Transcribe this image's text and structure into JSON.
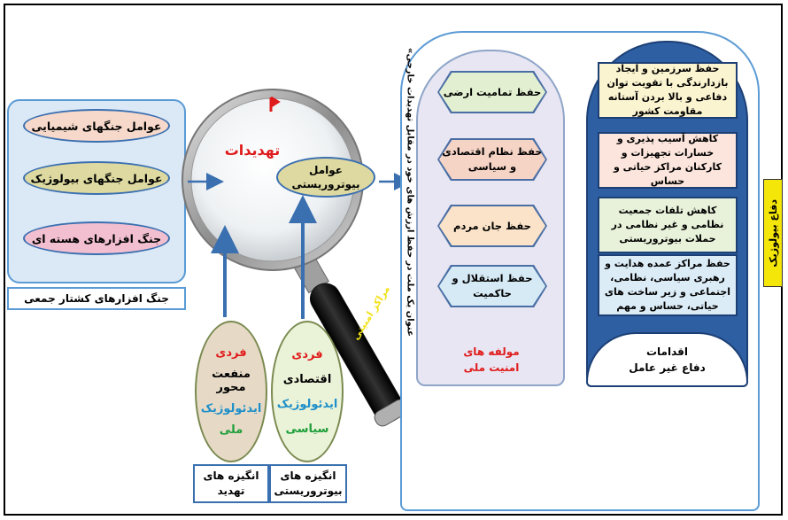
{
  "wmd": {
    "items": [
      "عوامل جنگهای شیمیایی",
      "عوامل جنگهای بیولوژیک",
      "جنگ افزارهای هسته ای"
    ],
    "label": "جنگ افزارهای کشتار جمعی"
  },
  "magnifier": {
    "title": "تهدیدات",
    "inner": "عوامل بیوتروریستی",
    "handle": "مراکز امنیتی"
  },
  "threat_ellipse": {
    "lines": [
      "فردی",
      "منفعت محور",
      "ایدئولوژیک",
      "ملی"
    ],
    "label": "انگیزه های تهدید"
  },
  "bio_ellipse": {
    "lines": [
      "فردی",
      "اقتصادی",
      "ایدئولوژیک",
      "سیاسی"
    ],
    "label": "انگیزه های بیوتروریستی"
  },
  "security": {
    "hexes": [
      "حفظ تمامیت ارضی",
      "حفظ نظام اقتصادی و سیاسی",
      "حفظ جان مردم",
      "حفظ استقلال و حاکمیت"
    ],
    "vertical": "عنوان یک ملت در حفظ ارزش های خود در مقابل تهدیدات خارجی»",
    "footer": "مولفه های امنیت ملی"
  },
  "defense": {
    "boxes": [
      "حفظ سرزمین و ایجاد بازدارندگی با تقویت توان دفاعی و بالا بردن آستانه مقاومت کشور",
      "کاهش آسیب پذیری و خسارات تجهیزات و کارکنان مراکز حیاتی و حساس",
      "کاهش تلفات جمعیت نظامی و غیر نظامی در حملات بیوتروریستی",
      "حفظ مراکز عمده هدایت و رهبری سیاسی، نظامی، اجتماعی و زیر ساخت های حیاتی، حساس و مهم"
    ],
    "footer_line1": "اقدامات",
    "footer_line2": "دفاع غیر عامل"
  },
  "side_tag": "دفاع بیولوژیک",
  "colors": {
    "red": "#e01b1b",
    "blue": "#1f8fc9",
    "green": "#1f9e3a",
    "arrow_yellow": "#f2e21a",
    "dark_blue": "#2e5fa3"
  }
}
